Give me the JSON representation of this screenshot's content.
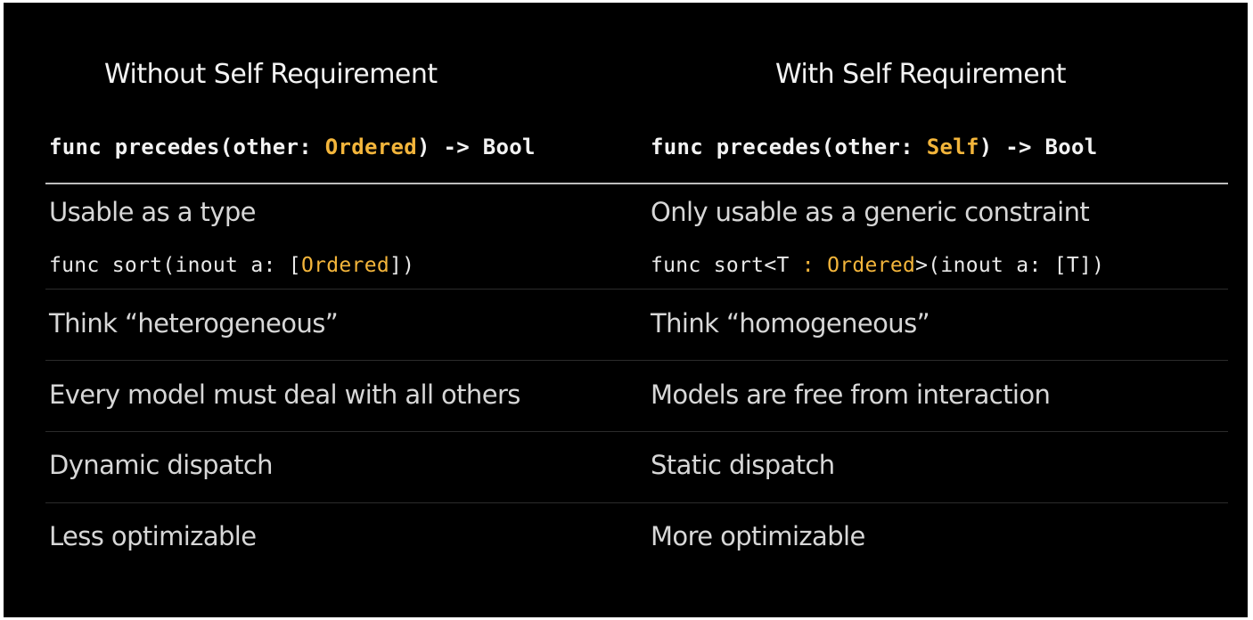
{
  "left_header": "Without Self Requirement",
  "right_header": "With Self Requirement",
  "left_signature": {
    "prefix": "func precedes(other: ",
    "type": "Ordered",
    "suffix": ") -> Bool"
  },
  "right_signature": {
    "prefix": "func precedes(other: ",
    "type": "Self",
    "suffix": ") -> Bool"
  },
  "rows": [
    {
      "left": "Usable as a type",
      "right": "Only usable as a generic constraint"
    },
    {
      "left": "Think “heterogeneous”",
      "right": "Think “homogeneous”"
    },
    {
      "left": "Every model must deal with all others",
      "right": "Models are free from interaction"
    },
    {
      "left": "Dynamic dispatch",
      "right": "Static dispatch"
    },
    {
      "left": "Less optimizable",
      "right": "More optimizable"
    }
  ],
  "left_sort": {
    "prefix": "func sort(inout a: [",
    "type": "Ordered",
    "suffix": "])"
  },
  "right_sort": {
    "prefix": "func sort<T ",
    "colon": ":",
    "type": "Ordered",
    "suffix": ">(inout a: [T])"
  },
  "colors": {
    "background": "#000000",
    "highlight": "#f3b53b",
    "text": "#d7d7d7"
  }
}
